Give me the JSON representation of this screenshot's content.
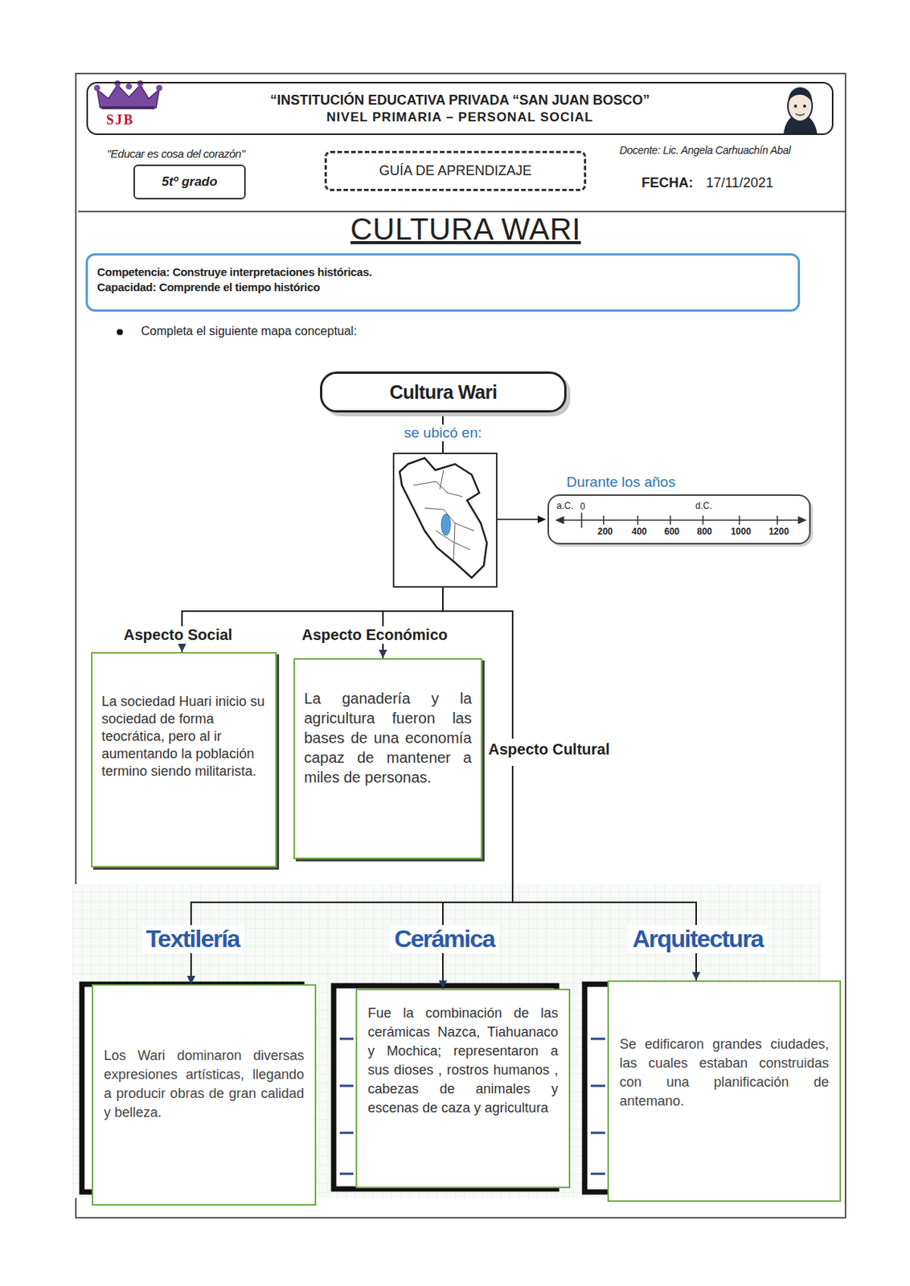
{
  "diagram": {
    "title": "CULTURA WARI",
    "nodes": [
      {
        "text": [
          "SJB",
          "“INSTITUCIÓN EDUCATIVA PRIVADA “SAN JUAN BOSCO”",
          "NIVEL PRIMARIA – PERSONAL SOCIAL"
        ]
      },
      {
        "text": [
          "5tº grado"
        ]
      },
      {
        "text": [
          "GUÍA DE APRENDIZAJE"
        ]
      },
      {
        "text": [
          "Competencia: Construye interpretaciones históricas.",
          "Capacidad: Comprende el tiempo histórico"
        ]
      },
      {
        "text": [
          "Cultura Wari"
        ]
      },
      {
        "text": [
          "Durante los años",
          "a.C.",
          "0",
          "d.C.",
          "200",
          "400",
          "600",
          "800",
          "1000",
          "1200"
        ]
      },
      {
        "text": [
          "Aspecto Social",
          "La sociedad Huari inicio su sociedad de forma teocrática, pero al ir aumentando la población termino siendo militarista."
        ]
      },
      {
        "text": [
          "Aspecto Económico",
          "La ganadería y la agricultura fueron las bases de una economía capaz de mantener a miles de personas."
        ]
      },
      {
        "text": [
          "Aspecto Cultural"
        ]
      },
      {
        "text": [
          "Textilería",
          "Los Wari dominaron diversas expresiones artísticas, llegando a producir obras de gran calidad y belleza."
        ]
      },
      {
        "text": [
          "Cerámica",
          "Fue la combinación de las cerámicas Nazca, Tiahuanaco y Mochica; representaron a sus dioses , rostros humanos , cabezas de animales y escenas de caza y agricultura"
        ]
      },
      {
        "text": [
          "Arquitectura",
          "Se edificaron grandes ciudades, las cuales estaban construidas con una planificación de antemano."
        ]
      }
    ],
    "edges": [
      {
        "from": 4,
        "to": 6,
        "arrow": "to"
      },
      {
        "from": 4,
        "to": 7,
        "arrow": "to"
      },
      {
        "from": 4,
        "to": 8,
        "arrow": "none"
      },
      {
        "from": 8,
        "to": 9,
        "arrow": "to"
      },
      {
        "from": 8,
        "to": 10,
        "arrow": "to"
      },
      {
        "from": 8,
        "to": 11,
        "arrow": "to"
      }
    ],
    "labels": [
      "\"Educar es cosa del corazón\"",
      "Docente: Lic. Angela Carhuachín Abal",
      "FECHA:",
      "17/11/2021",
      "Completa el siguiente mapa conceptual:",
      "se ubicó en:"
    ]
  }
}
